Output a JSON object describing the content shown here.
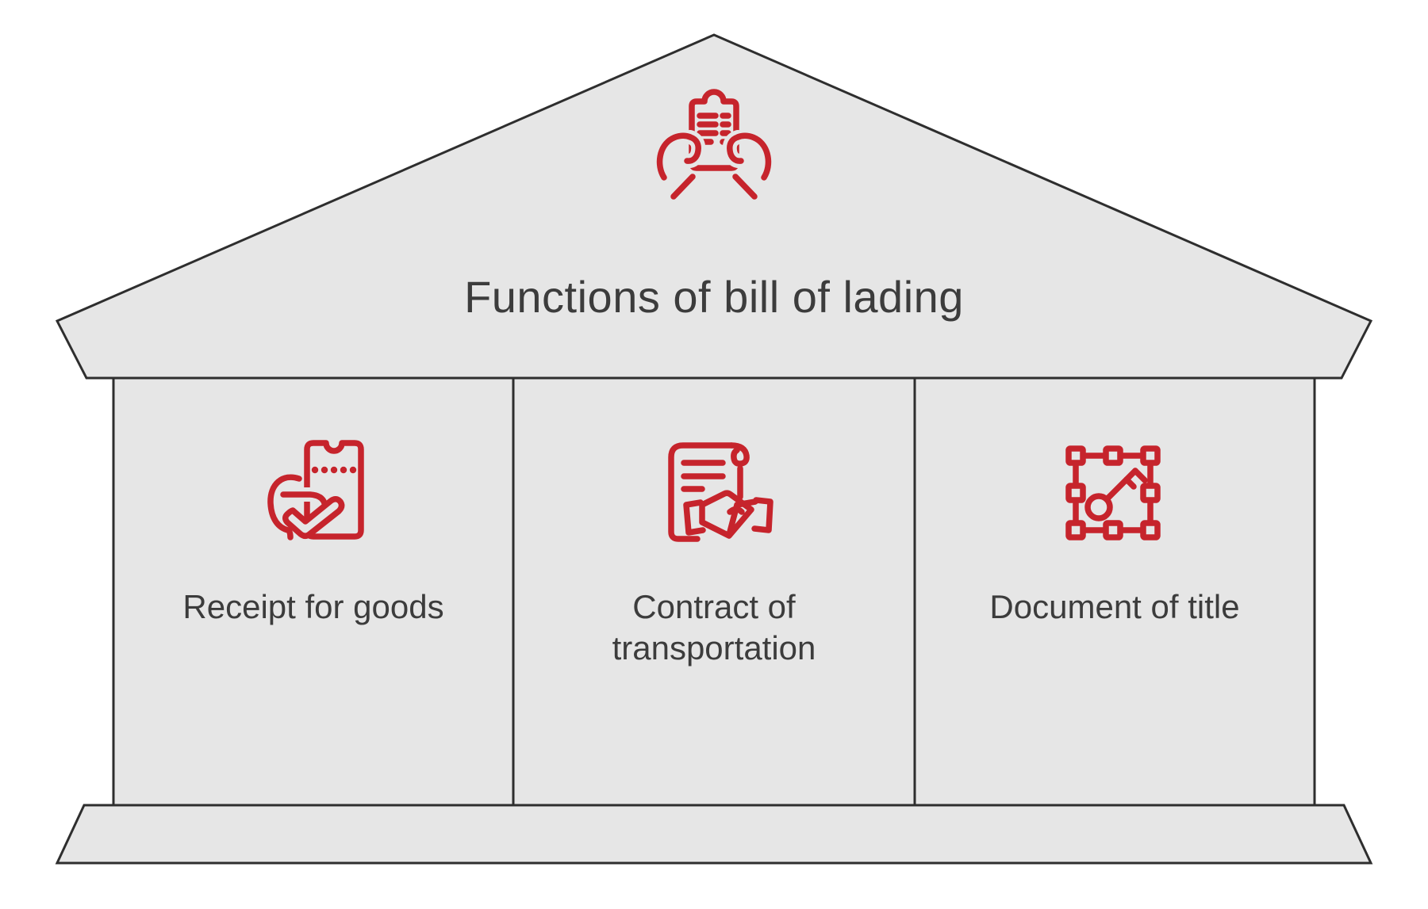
{
  "diagram": {
    "title": "Functions of bill of lading",
    "top_icon": "hands-holding-bill-icon",
    "pillars": [
      {
        "label": "Receipt for goods",
        "icon": "hand-holding-receipt-icon"
      },
      {
        "label": "Contract of transportation",
        "icon": "contract-handshake-icon"
      },
      {
        "label": "Document of title",
        "icon": "framed-key-icon"
      }
    ],
    "colors": {
      "accent_red": "#c6242c",
      "structure_fill": "#e6e6e6",
      "structure_stroke": "#2e2e2e",
      "text": "#3c3c3c",
      "background": "#ffffff"
    }
  }
}
